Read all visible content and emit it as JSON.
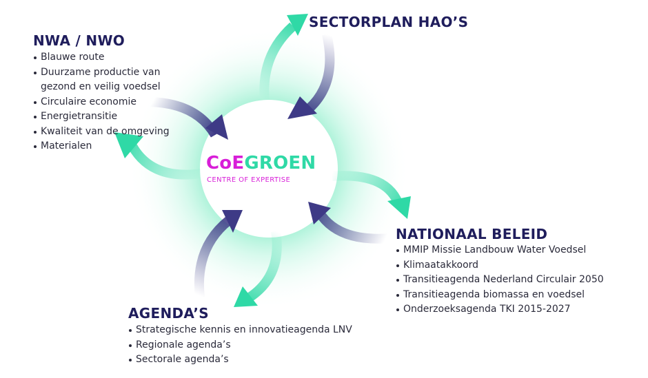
{
  "colors": {
    "navy": "#1f1d5c",
    "arrow_dark": "#3e3a86",
    "arrow_green": "#2fd9a6",
    "magenta": "#d81ed8",
    "glow": "#9ef0d2"
  },
  "logo": {
    "coe": "CoE",
    "groen": "GROEN",
    "subtitle": "CENTRE OF EXPERTISE"
  },
  "nwa": {
    "title": "NWA / NWO",
    "items": [
      "Blauwe route",
      "Duurzame productie van\ngezond en veilig voedsel",
      "Circulaire economie",
      "Energietransitie",
      "Kwaliteit van de omgeving",
      "Materialen"
    ]
  },
  "sectorplan": {
    "title": "SECTORPLAN HAO’S"
  },
  "nationaal": {
    "title": "NATIONAAL BELEID",
    "items": [
      "MMIP Missie Landbouw Water Voedsel",
      "Klimaatakkoord",
      "Transitieagenda Nederland Circulair 2050",
      "Transitieagenda biomassa en voedsel",
      "Onderzoeksagenda TKI 2015-2027"
    ]
  },
  "agendas": {
    "title": "AGENDA’S",
    "items": [
      "Strategische kennis en innovatieagenda LNV",
      "Regionale agenda’s",
      "Sectorale agenda’s"
    ]
  }
}
